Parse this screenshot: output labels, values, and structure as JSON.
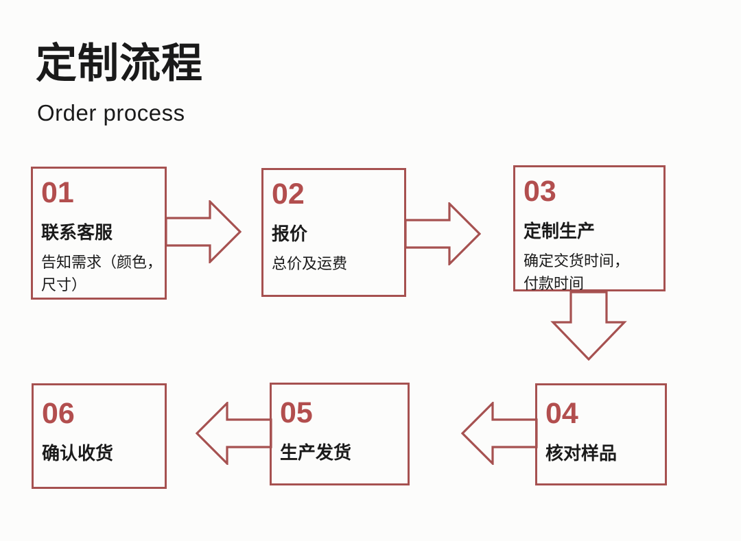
{
  "page": {
    "title": "定制流程",
    "subtitle": "Order process"
  },
  "colors": {
    "accent": "#a65150",
    "number": "#b24e4e",
    "text": "#1a1a1a",
    "background": "#fcfcfb"
  },
  "steps": [
    {
      "number": "01",
      "title": "联系客服",
      "desc": "告知需求（颜色，尺寸）"
    },
    {
      "number": "02",
      "title": "报价",
      "desc": "总价及运费"
    },
    {
      "number": "03",
      "title": "定制生产",
      "desc": "确定交货时间，付款时间"
    },
    {
      "number": "04",
      "title": "核对样品",
      "desc": ""
    },
    {
      "number": "05",
      "title": "生产发货",
      "desc": ""
    },
    {
      "number": "06",
      "title": "确认收货",
      "desc": ""
    }
  ],
  "flow": {
    "arrows": [
      {
        "from": "01",
        "to": "02",
        "direction": "right"
      },
      {
        "from": "02",
        "to": "03",
        "direction": "right"
      },
      {
        "from": "03",
        "to": "04",
        "direction": "down"
      },
      {
        "from": "04",
        "to": "05",
        "direction": "left"
      },
      {
        "from": "05",
        "to": "06",
        "direction": "left"
      }
    ]
  }
}
